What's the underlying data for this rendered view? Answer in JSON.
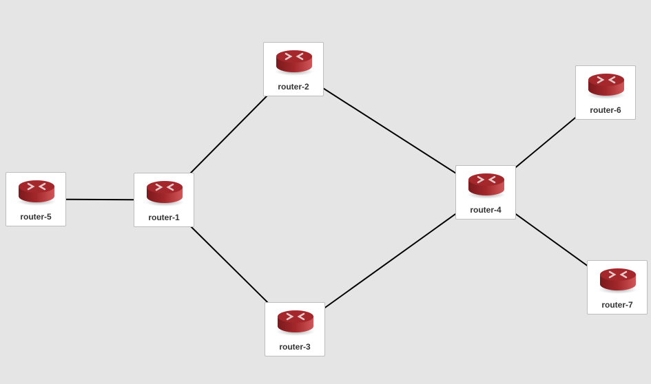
{
  "nodes": [
    {
      "id": "router-1",
      "label": "router-1"
    },
    {
      "id": "router-2",
      "label": "router-2"
    },
    {
      "id": "router-3",
      "label": "router-3"
    },
    {
      "id": "router-4",
      "label": "router-4"
    },
    {
      "id": "router-5",
      "label": "router-5"
    },
    {
      "id": "router-6",
      "label": "router-6"
    },
    {
      "id": "router-7",
      "label": "router-7"
    }
  ],
  "edges": [
    [
      "router-5",
      "router-1"
    ],
    [
      "router-1",
      "router-2"
    ],
    [
      "router-1",
      "router-3"
    ],
    [
      "router-2",
      "router-4"
    ],
    [
      "router-3",
      "router-4"
    ],
    [
      "router-4",
      "router-6"
    ],
    [
      "router-4",
      "router-7"
    ]
  ],
  "colors": {
    "router": "#a3272b",
    "edge": "#000000"
  }
}
